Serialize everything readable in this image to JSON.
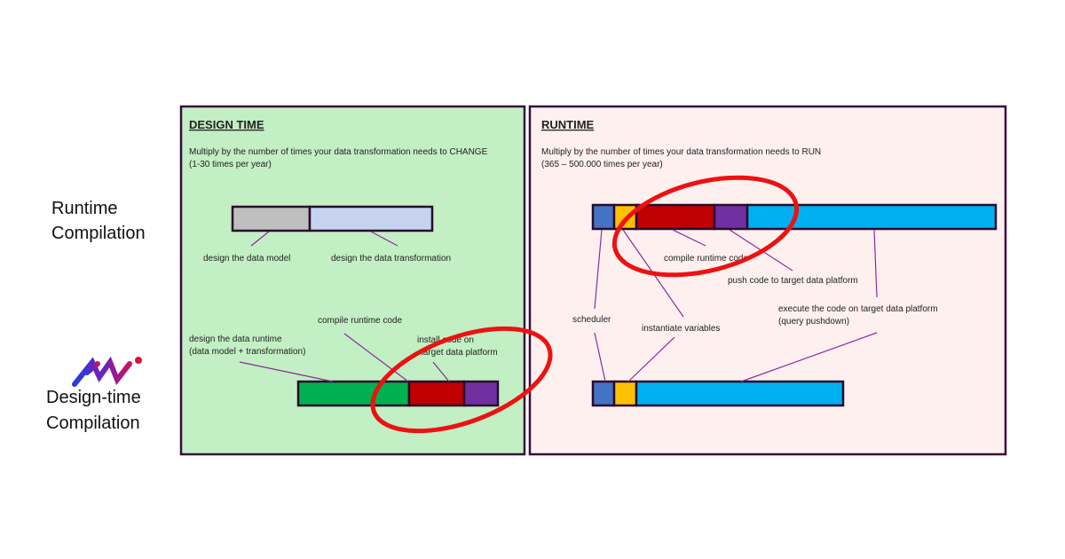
{
  "row_labels": {
    "runtime": [
      "Runtime",
      "Compilation"
    ],
    "design_time": [
      "Design-time",
      "Compilation"
    ]
  },
  "design_panel": {
    "title": "DESIGN TIME",
    "subtitle": [
      "Multiply by the number of times your data transformation needs to CHANGE",
      "(1-30 times per year)"
    ],
    "top_labels": {
      "model": "design the data model",
      "transformation": "design the data transformation"
    },
    "bottom_labels": {
      "runtime": [
        "design the data runtime",
        "(data model + transformation)"
      ],
      "compile": "compile runtime code",
      "install": [
        "install code on",
        "target data platform"
      ]
    },
    "colors": {
      "bg": "#c2efc4",
      "model": "#bfbfbf",
      "transformation": "#c5d3f0",
      "design_runtime": "#00b050",
      "compile": "#c00000",
      "install": "#7030a0"
    }
  },
  "runtime_panel": {
    "title": "RUNTIME",
    "subtitle": [
      "Multiply by the number of times your data transformation needs to RUN",
      "(365 – 500.000 times per year)"
    ],
    "labels": {
      "compile": "compile runtime code",
      "push": "push code to target data platform",
      "scheduler": "scheduler",
      "instantiate": "instantiate variables",
      "execute": [
        "execute the code on target data platform",
        " (query pushdown)"
      ]
    },
    "colors": {
      "bg": "#fdf0ef",
      "scheduler": "#4472c4",
      "instantiate": "#ffc000",
      "compile": "#c00000",
      "push": "#7030a0",
      "execute": "#00b0f0"
    }
  },
  "highlight_color": "#ee1111"
}
